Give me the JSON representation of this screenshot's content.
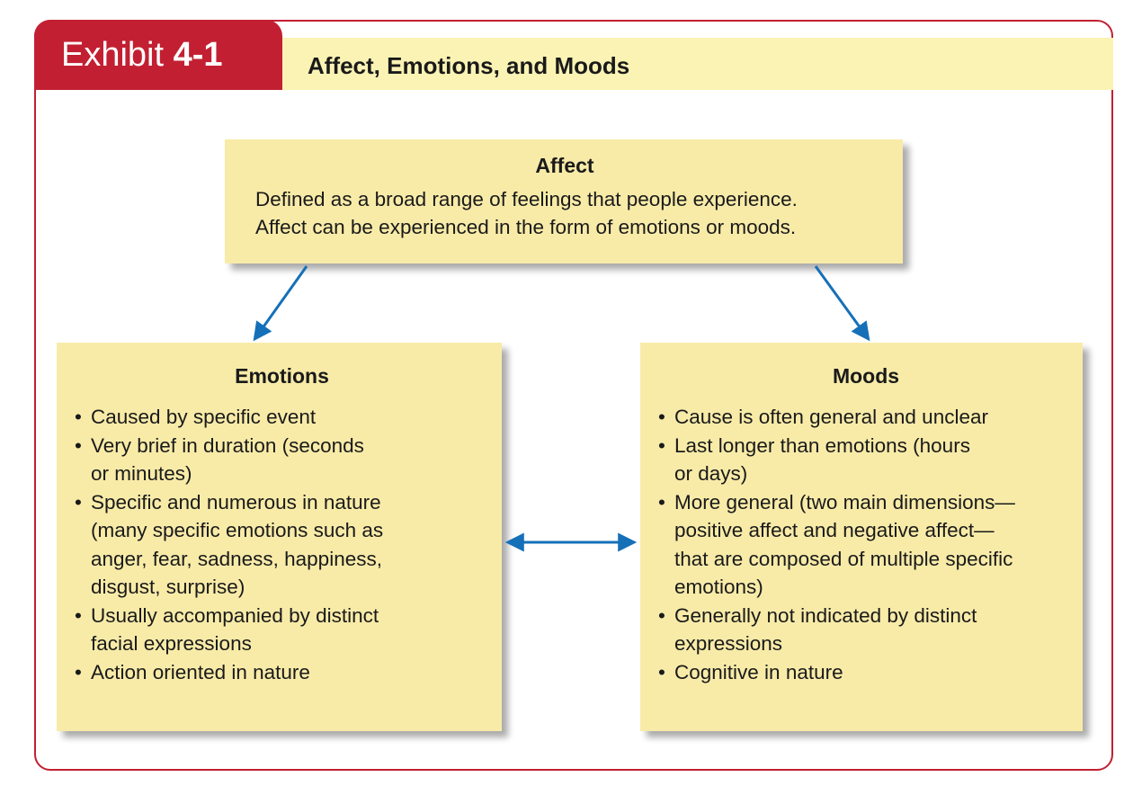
{
  "exhibit": {
    "prefix": "Exhibit",
    "number": "4-1",
    "title": "Affect, Emotions, and Moods"
  },
  "affect": {
    "heading": "Affect",
    "lines": [
      "Defined as a broad range of feelings that people experience.",
      "Affect can be experienced in the form of emotions or moods."
    ]
  },
  "emotions": {
    "heading": "Emotions",
    "items": [
      [
        "Caused by specific event"
      ],
      [
        "Very brief in duration (seconds",
        "or minutes)"
      ],
      [
        "Specific and numerous in nature",
        "(many specific emotions such as",
        "anger, fear, sadness, happiness,",
        "disgust, surprise)"
      ],
      [
        "Usually accompanied by distinct",
        "facial expressions"
      ],
      [
        "Action oriented in nature"
      ]
    ]
  },
  "moods": {
    "heading": "Moods",
    "items": [
      [
        "Cause is often general and unclear"
      ],
      [
        "Last longer than emotions (hours",
        "or days)"
      ],
      [
        "More general (two main dimensions—",
        "positive affect and negative affect—",
        "that are composed of multiple specific",
        "emotions)"
      ],
      [
        "Generally not indicated by distinct",
        "expressions"
      ],
      [
        "Cognitive in nature"
      ]
    ]
  },
  "colors": {
    "accent": "#c22032",
    "band": "#fbf3b4",
    "box": "#f8eba8",
    "arrow": "#1570b8"
  }
}
